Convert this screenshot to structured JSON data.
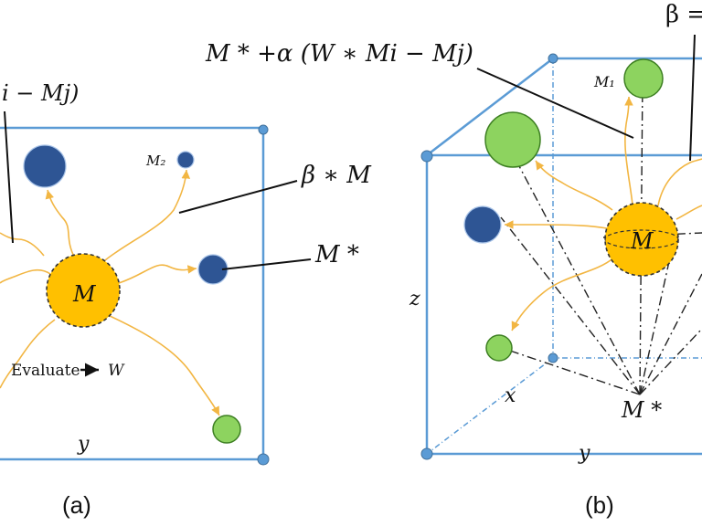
{
  "panel_a": {
    "caption": "(a)",
    "center_label": "M",
    "m2_label": "M₂",
    "beta_label": "β ∗ M",
    "mstar_label": "M *",
    "formula_fragment": "i − Mj)",
    "evaluate_text": "Evaluate",
    "evaluate_target": "W",
    "axis_y": "y"
  },
  "panel_b": {
    "caption": "(b)",
    "center_label": "M",
    "m1_label": "M₁",
    "formula": "M * +α (W ∗ Mi − Mj)",
    "beta_fragment": "β =",
    "mstar_label": "M *",
    "axis_x": "x",
    "axis_y": "y",
    "axis_z": "z"
  },
  "colors": {
    "box": "#5b9bd5",
    "best_solution": "#ffc000",
    "blue_node": "#2e5594",
    "green_node": "#8dd35f",
    "path": "#f2b643"
  }
}
